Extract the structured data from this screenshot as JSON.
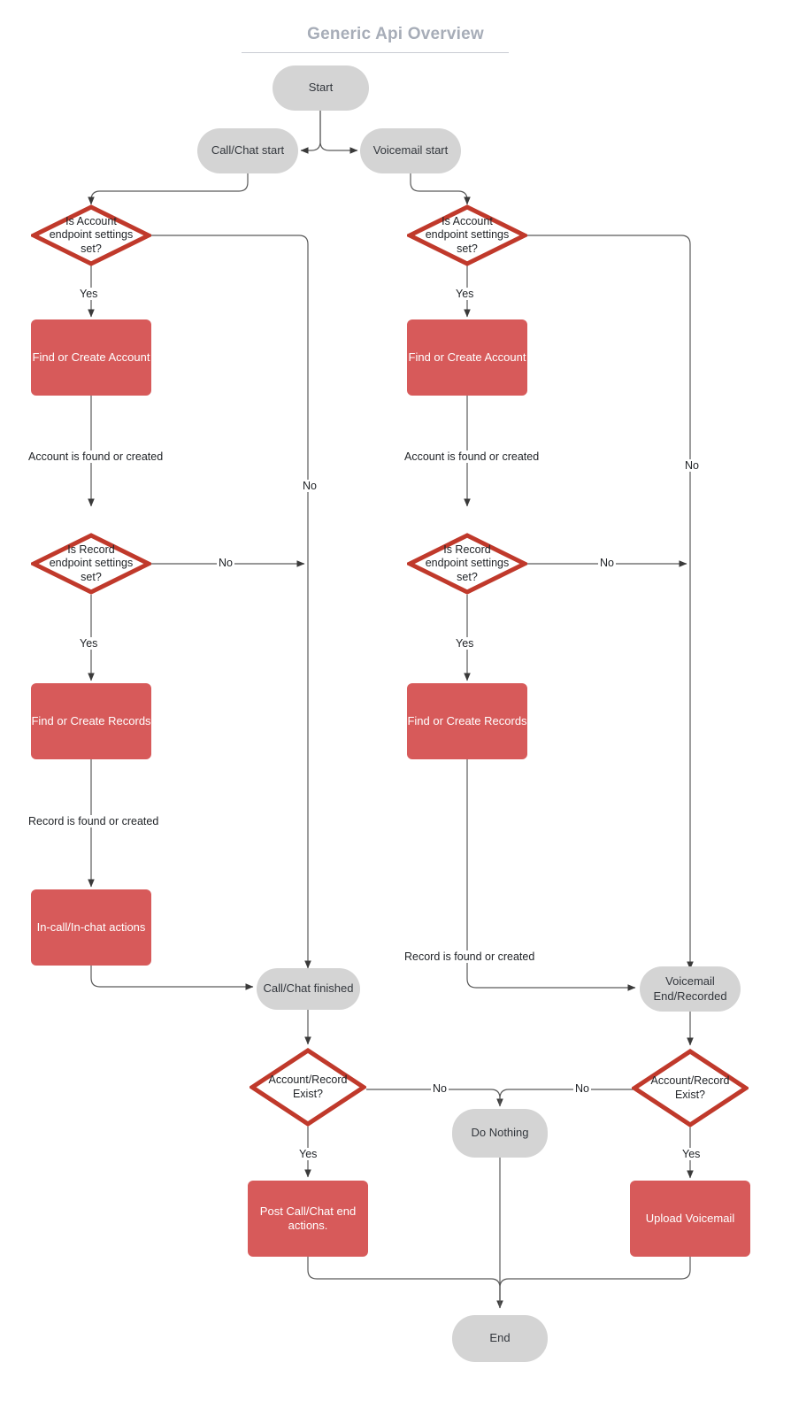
{
  "title": "Generic Api Overview",
  "palette": {
    "terminal_fill": "#d4d4d4",
    "process_fill": "#d75a5a",
    "decision_stroke": "#c0392b",
    "edge_stroke": "#5a5a5a",
    "title_color": "#a7adb8",
    "text_dark": "#33373d",
    "text_light": "#ffffff"
  },
  "nodes": {
    "start": {
      "label": "Start",
      "type": "terminal"
    },
    "call_chat_start": {
      "label": "Call/Chat start",
      "type": "terminal"
    },
    "voicemail_start": {
      "label": "Voicemail start",
      "type": "terminal"
    },
    "left_account_decision": {
      "label": "Is Account\nendpoint settings\nset?",
      "type": "decision"
    },
    "right_account_decision": {
      "label": "Is Account\nendpoint settings\nset?",
      "type": "decision"
    },
    "left_find_create_account": {
      "label": "Find or Create Account",
      "type": "process"
    },
    "right_find_create_account": {
      "label": "Find or Create Account",
      "type": "process"
    },
    "left_record_decision": {
      "label": "Is Record\nendpoint settings\nset?",
      "type": "decision"
    },
    "right_record_decision": {
      "label": "Is Record\nendpoint settings\nset?",
      "type": "decision"
    },
    "left_find_create_records": {
      "label": "Find or Create Records",
      "type": "process"
    },
    "right_find_create_records": {
      "label": "Find or Create Records",
      "type": "process"
    },
    "in_call_actions": {
      "label": "In-call/In-chat actions",
      "type": "process"
    },
    "call_chat_finished": {
      "label": "Call/Chat finished",
      "type": "terminal"
    },
    "voicemail_end": {
      "label": "Voicemail\nEnd/Recorded",
      "type": "terminal"
    },
    "left_exist_decision": {
      "label": "Account/Record\nExist?",
      "type": "decision"
    },
    "right_exist_decision": {
      "label": "Account/Record\nExist?",
      "type": "decision"
    },
    "do_nothing": {
      "label": "Do Nothing",
      "type": "terminal"
    },
    "post_call_actions": {
      "label": "Post Call/Chat end\nactions.",
      "type": "process"
    },
    "upload_voicemail": {
      "label": "Upload Voicemail",
      "type": "process"
    },
    "end": {
      "label": "End",
      "type": "terminal"
    }
  },
  "edge_labels": {
    "left_account_yes": "Yes",
    "left_account_no": "No",
    "right_account_yes": "Yes",
    "right_account_no": "No",
    "left_account_found": "Account is found or created",
    "right_account_found": "Account is found or created",
    "left_record_yes": "Yes",
    "left_record_no": "No",
    "right_record_yes": "Yes",
    "right_record_no": "No",
    "left_record_found": "Record is found or created",
    "right_record_found": "Record is found or created",
    "left_exist_yes": "Yes",
    "left_exist_no": "No",
    "right_exist_yes": "Yes",
    "right_exist_no": "No"
  },
  "chart_data": {
    "type": "flowchart",
    "title": "Generic Api Overview",
    "nodes": [
      {
        "id": "start",
        "label": "Start",
        "shape": "rounded",
        "fill": "#d4d4d4"
      },
      {
        "id": "call_chat_start",
        "label": "Call/Chat start",
        "shape": "rounded",
        "fill": "#d4d4d4"
      },
      {
        "id": "voicemail_start",
        "label": "Voicemail start",
        "shape": "rounded",
        "fill": "#d4d4d4"
      },
      {
        "id": "left_account_decision",
        "label": "Is Account endpoint settings set?",
        "shape": "diamond",
        "fill": "#ffffff"
      },
      {
        "id": "left_find_create_account",
        "label": "Find or Create Account",
        "shape": "rect",
        "fill": "#d75a5a"
      },
      {
        "id": "left_record_decision",
        "label": "Is Record endpoint settings set?",
        "shape": "diamond",
        "fill": "#ffffff"
      },
      {
        "id": "left_find_create_records",
        "label": "Find or Create Records",
        "shape": "rect",
        "fill": "#d75a5a"
      },
      {
        "id": "in_call_actions",
        "label": "In-call/In-chat actions",
        "shape": "rect",
        "fill": "#d75a5a"
      },
      {
        "id": "call_chat_finished",
        "label": "Call/Chat finished",
        "shape": "rounded",
        "fill": "#d4d4d4"
      },
      {
        "id": "left_exist_decision",
        "label": "Account/Record Exist?",
        "shape": "diamond",
        "fill": "#ffffff"
      },
      {
        "id": "post_call_actions",
        "label": "Post Call/Chat end actions.",
        "shape": "rect",
        "fill": "#d75a5a"
      },
      {
        "id": "right_account_decision",
        "label": "Is Account endpoint settings set?",
        "shape": "diamond",
        "fill": "#ffffff"
      },
      {
        "id": "right_find_create_account",
        "label": "Find or Create Account",
        "shape": "rect",
        "fill": "#d75a5a"
      },
      {
        "id": "right_record_decision",
        "label": "Is Record endpoint settings set?",
        "shape": "diamond",
        "fill": "#ffffff"
      },
      {
        "id": "right_find_create_records",
        "label": "Find or Create Records",
        "shape": "rect",
        "fill": "#d75a5a"
      },
      {
        "id": "voicemail_end",
        "label": "Voicemail End/Recorded",
        "shape": "rounded",
        "fill": "#d4d4d4"
      },
      {
        "id": "right_exist_decision",
        "label": "Account/Record Exist?",
        "shape": "diamond",
        "fill": "#ffffff"
      },
      {
        "id": "upload_voicemail",
        "label": "Upload Voicemail",
        "shape": "rect",
        "fill": "#d75a5a"
      },
      {
        "id": "do_nothing",
        "label": "Do Nothing",
        "shape": "rounded",
        "fill": "#d4d4d4"
      },
      {
        "id": "end",
        "label": "End",
        "shape": "rounded",
        "fill": "#d4d4d4"
      }
    ],
    "edges": [
      {
        "from": "start",
        "to": "call_chat_start",
        "label": ""
      },
      {
        "from": "start",
        "to": "voicemail_start",
        "label": ""
      },
      {
        "from": "call_chat_start",
        "to": "left_account_decision",
        "label": ""
      },
      {
        "from": "left_account_decision",
        "to": "left_find_create_account",
        "label": "Yes"
      },
      {
        "from": "left_account_decision",
        "to": "call_chat_finished",
        "label": "No"
      },
      {
        "from": "left_find_create_account",
        "to": "left_record_decision",
        "label": "Account is found or created"
      },
      {
        "from": "left_record_decision",
        "to": "left_find_create_records",
        "label": "Yes"
      },
      {
        "from": "left_record_decision",
        "to": "call_chat_finished",
        "label": "No"
      },
      {
        "from": "left_find_create_records",
        "to": "in_call_actions",
        "label": "Record is found or created"
      },
      {
        "from": "in_call_actions",
        "to": "call_chat_finished",
        "label": ""
      },
      {
        "from": "call_chat_finished",
        "to": "left_exist_decision",
        "label": ""
      },
      {
        "from": "left_exist_decision",
        "to": "post_call_actions",
        "label": "Yes"
      },
      {
        "from": "left_exist_decision",
        "to": "do_nothing",
        "label": "No"
      },
      {
        "from": "post_call_actions",
        "to": "end",
        "label": ""
      },
      {
        "from": "voicemail_start",
        "to": "right_account_decision",
        "label": ""
      },
      {
        "from": "right_account_decision",
        "to": "right_find_create_account",
        "label": "Yes"
      },
      {
        "from": "right_account_decision",
        "to": "voicemail_end",
        "label": "No"
      },
      {
        "from": "right_find_create_account",
        "to": "right_record_decision",
        "label": "Account is found or created"
      },
      {
        "from": "right_record_decision",
        "to": "right_find_create_records",
        "label": "Yes"
      },
      {
        "from": "right_record_decision",
        "to": "voicemail_end",
        "label": "No"
      },
      {
        "from": "right_find_create_records",
        "to": "voicemail_end",
        "label": "Record is found or created"
      },
      {
        "from": "voicemail_end",
        "to": "right_exist_decision",
        "label": ""
      },
      {
        "from": "right_exist_decision",
        "to": "upload_voicemail",
        "label": "Yes"
      },
      {
        "from": "right_exist_decision",
        "to": "do_nothing",
        "label": "No"
      },
      {
        "from": "upload_voicemail",
        "to": "end",
        "label": ""
      },
      {
        "from": "do_nothing",
        "to": "end",
        "label": ""
      }
    ]
  }
}
